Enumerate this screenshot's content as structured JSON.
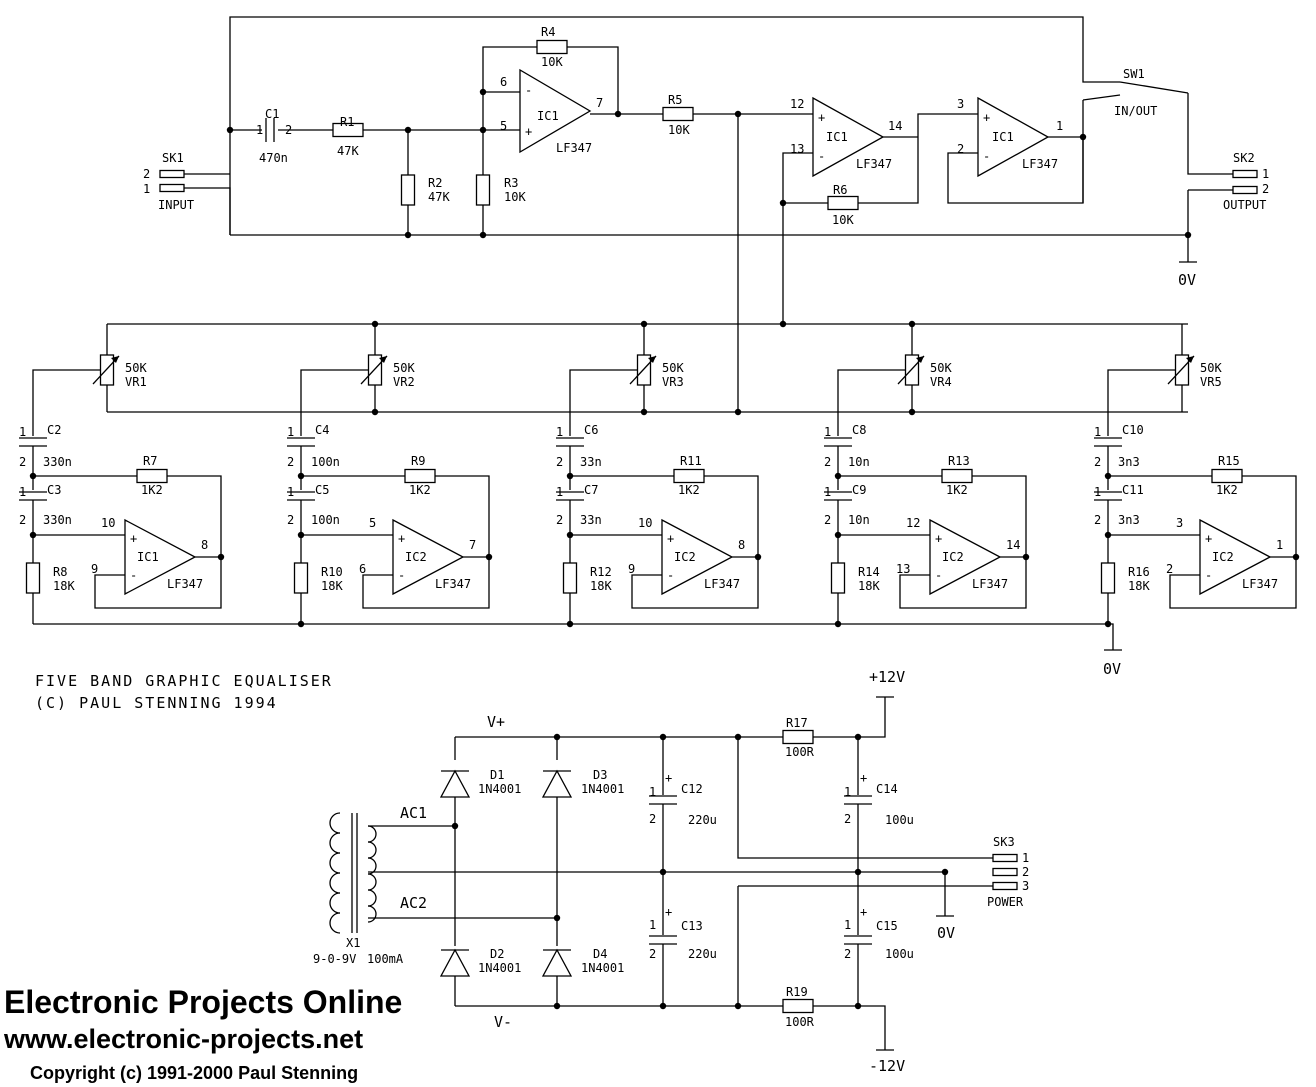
{
  "diagram": {
    "title": "FIVE BAND GRAPHIC EQUALISER",
    "copyright_line": "(C) PAUL STENNING 1994",
    "net_labels": {
      "ground": "0V",
      "pos_supply": "+12V",
      "neg_supply": "-12V",
      "v_plus": "V+",
      "v_minus": "V-",
      "ac1": "AC1",
      "ac2": "AC2"
    },
    "connectors": {
      "sk1": {
        "ref": "SK1",
        "label": "INPUT",
        "pins": [
          "2",
          "1"
        ]
      },
      "sk2": {
        "ref": "SK2",
        "label": "OUTPUT",
        "pins": [
          "1",
          "2"
        ]
      },
      "sk3": {
        "ref": "SK3",
        "label": "POWER",
        "pins": [
          "1",
          "2",
          "3"
        ]
      }
    },
    "switch": {
      "ref": "SW1",
      "label": "IN/OUT"
    },
    "input_stage": {
      "c1": {
        "ref": "C1",
        "value": "470n",
        "pin1": "1",
        "pin2": "2"
      },
      "r1": {
        "ref": "R1",
        "value": "47K"
      },
      "r2": {
        "ref": "R2",
        "value": "47K"
      },
      "r3": {
        "ref": "R3",
        "value": "10K"
      },
      "r4": {
        "ref": "R4",
        "value": "10K"
      },
      "r5": {
        "ref": "R5",
        "value": "10K"
      },
      "r6": {
        "ref": "R6",
        "value": "10K"
      },
      "ic_a": {
        "ref": "IC1",
        "part": "LF347",
        "pin_inv": "6",
        "pin_noninv": "5",
        "pin_out": "7"
      },
      "ic_b": {
        "ref": "IC1",
        "part": "LF347",
        "pin_noninv": "12",
        "pin_inv": "13",
        "pin_out": "14"
      },
      "ic_c": {
        "ref": "IC1",
        "part": "LF347",
        "pin_noninv": "3",
        "pin_inv": "2",
        "pin_out": "1"
      }
    },
    "bands": [
      {
        "vr": "VR1",
        "vr_value": "50K",
        "ca": "C2",
        "ca_value": "330n",
        "cb": "C3",
        "cb_value": "330n",
        "rf": "R7",
        "rf_value": "1K2",
        "rg": "R8",
        "rg_value": "18K",
        "ic": "IC1",
        "part": "LF347",
        "pin_noninv": "10",
        "pin_inv": "9",
        "pin_out": "8"
      },
      {
        "vr": "VR2",
        "vr_value": "50K",
        "ca": "C4",
        "ca_value": "100n",
        "cb": "C5",
        "cb_value": "100n",
        "rf": "R9",
        "rf_value": "1K2",
        "rg": "R10",
        "rg_value": "18K",
        "ic": "IC2",
        "part": "LF347",
        "pin_noninv": "5",
        "pin_inv": "6",
        "pin_out": "7"
      },
      {
        "vr": "VR3",
        "vr_value": "50K",
        "ca": "C6",
        "ca_value": "33n",
        "cb": "C7",
        "cb_value": "33n",
        "rf": "R11",
        "rf_value": "1K2",
        "rg": "R12",
        "rg_value": "18K",
        "ic": "IC2",
        "part": "LF347",
        "pin_noninv": "10",
        "pin_inv": "9",
        "pin_out": "8"
      },
      {
        "vr": "VR4",
        "vr_value": "50K",
        "ca": "C8",
        "ca_value": "10n",
        "cb": "C9",
        "cb_value": "10n",
        "rf": "R13",
        "rf_value": "1K2",
        "rg": "R14",
        "rg_value": "18K",
        "ic": "IC2",
        "part": "LF347",
        "pin_noninv": "12",
        "pin_inv": "13",
        "pin_out": "14"
      },
      {
        "vr": "VR5",
        "vr_value": "50K",
        "ca": "C10",
        "ca_value": "3n3",
        "cb": "C11",
        "cb_value": "3n3",
        "rf": "R15",
        "rf_value": "1K2",
        "rg": "R16",
        "rg_value": "18K",
        "ic": "IC2",
        "part": "LF347",
        "pin_noninv": "3",
        "pin_inv": "2",
        "pin_out": "1"
      }
    ],
    "power": {
      "transformer": {
        "ref": "X1",
        "rating": "9-0-9V",
        "current": "100mA"
      },
      "diodes": [
        {
          "ref": "D1",
          "part": "1N4001"
        },
        {
          "ref": "D2",
          "part": "1N4001"
        },
        {
          "ref": "D3",
          "part": "1N4001"
        },
        {
          "ref": "D4",
          "part": "1N4001"
        }
      ],
      "c12": {
        "ref": "C12",
        "value": "220u"
      },
      "c13": {
        "ref": "C13",
        "value": "220u"
      },
      "c14": {
        "ref": "C14",
        "value": "100u"
      },
      "c15": {
        "ref": "C15",
        "value": "100u"
      },
      "r17": {
        "ref": "R17",
        "value": "100R"
      },
      "r19": {
        "ref": "R19",
        "value": "100R"
      }
    }
  },
  "credits": {
    "site_name": "Electronic Projects Online",
    "url": "www.electronic-projects.net",
    "copyright": "Copyright (c) 1991-2000 Paul Stenning"
  }
}
